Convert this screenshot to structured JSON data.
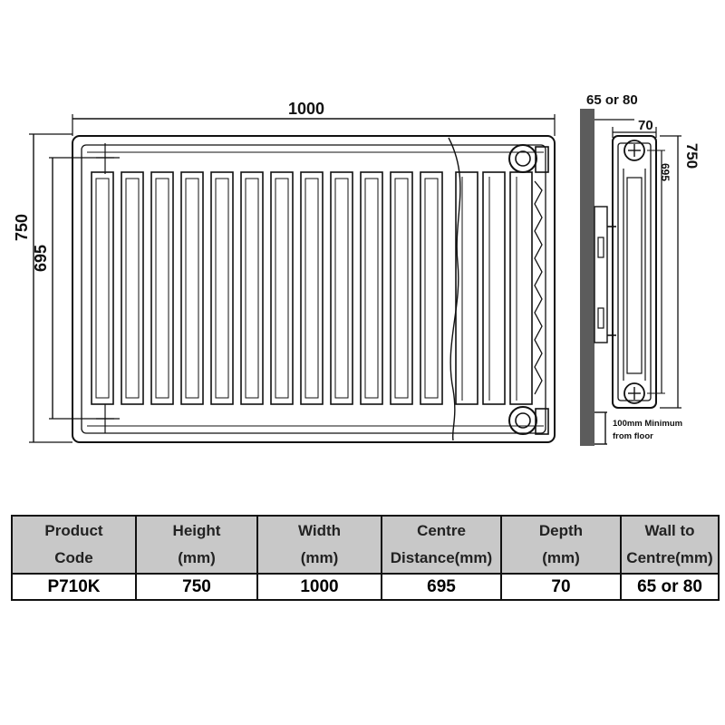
{
  "diagram": {
    "front_view": {
      "width_label": "1000",
      "height_label": "750",
      "centre_label": "695"
    },
    "side_view": {
      "wall_label": "65 or 80",
      "depth_label": "70",
      "height_label": "750",
      "centre_label": "695",
      "floor_note_line1": "100mm Minimum",
      "floor_note_line2": "from floor"
    }
  },
  "spec_table": {
    "headers": [
      {
        "line1": "Product",
        "line2": "Code"
      },
      {
        "line1": "Height",
        "line2": "(mm)"
      },
      {
        "line1": "Width",
        "line2": "(mm)"
      },
      {
        "line1": "Centre",
        "line2": "Distance(mm)"
      },
      {
        "line1": "Depth",
        "line2": "(mm)"
      },
      {
        "line1": "Wall to",
        "line2": "Centre(mm)"
      }
    ],
    "row": [
      "P710K",
      "750",
      "1000",
      "695",
      "70",
      "65 or 80"
    ]
  },
  "colors": {
    "header_bg": "#c8c8c8",
    "wall": "#5c5c5c",
    "line": "#111111"
  }
}
